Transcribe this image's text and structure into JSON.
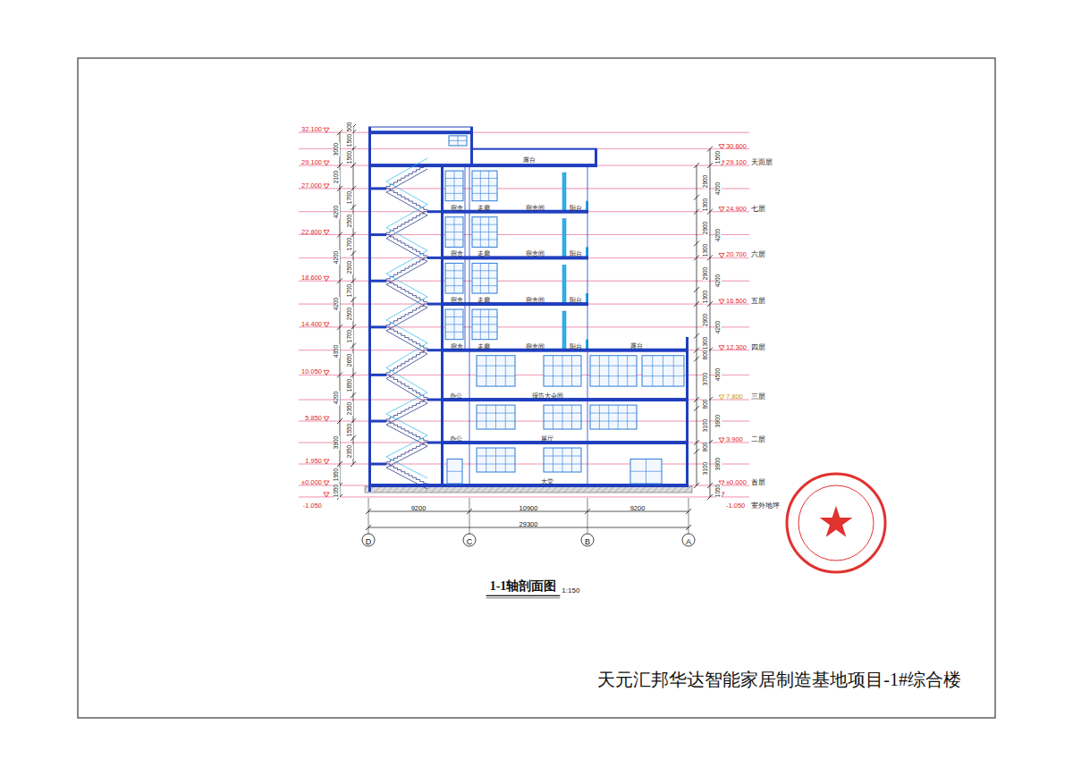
{
  "diagram": {
    "title": "天元汇邦华达智能家居制造基地项目-1#综合楼",
    "caption": "1-1轴剖面图",
    "labels": [
      "1:150",
      "32.100",
      "29.100",
      "27.000",
      "22.800",
      "18.600",
      "14.400",
      "10.050",
      "5.850",
      "1.950",
      "±0.000",
      "-1.050",
      "3000",
      "2100",
      "4200",
      "4200",
      "4200",
      "4350",
      "4200",
      "3900",
      "1950",
      "1050",
      "500",
      "1500",
      "1500",
      "1700",
      "2500",
      "1700",
      "2500",
      "1700",
      "2500",
      "1700",
      "2650",
      "1850",
      "2350",
      "1550",
      "2350",
      "30.600",
      "29.100",
      "24.900",
      "20.700",
      "16.500",
      "12.300",
      "7.800",
      "3.900",
      "±0.000",
      "-1.050",
      "天面层",
      "七层",
      "六层",
      "五层",
      "四层",
      "三层",
      "二层",
      "首层",
      "室外地坪",
      "1500",
      "4200",
      "4200",
      "4200",
      "4200",
      "4500",
      "3900",
      "3900",
      "1050",
      "2900",
      "1300",
      "2900",
      "1300",
      "2900",
      "1300",
      "2900",
      "1300",
      "800",
      "3700",
      "800",
      "3100",
      "800",
      "3100",
      "宿舍",
      "走廊",
      "宿舍间",
      "阳台",
      "宿舍",
      "走廊",
      "宿舍间",
      "阳台",
      "宿舍",
      "走廊",
      "宿舍间",
      "阳台",
      "宿舍",
      "走廊",
      "宿舍间",
      "阳台",
      "露台",
      "露台",
      "办公",
      "报告大会间",
      "办公",
      "展厅",
      "大堂",
      "D",
      "C",
      "B",
      "A",
      "9200",
      "10900",
      "9200",
      "29300"
    ]
  }
}
